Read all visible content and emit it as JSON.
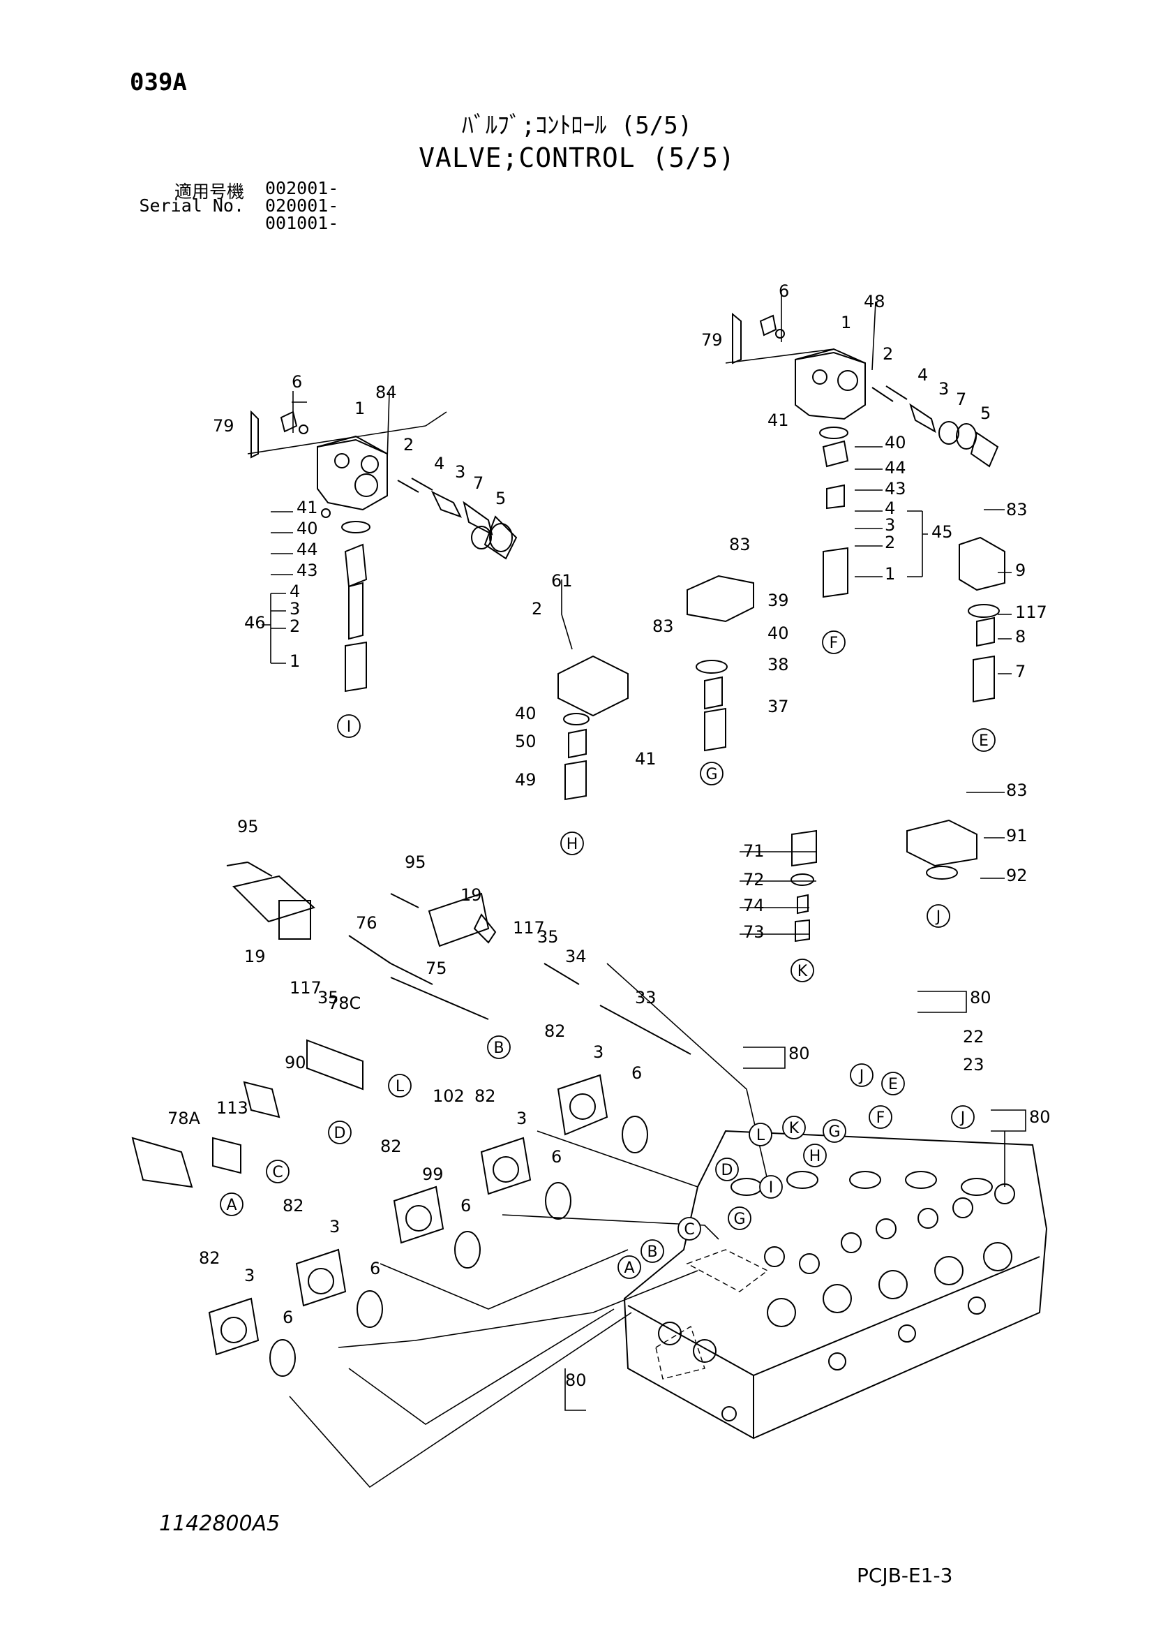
{
  "header": {
    "page_code": "039A",
    "title_jp": "ﾊﾞﾙﾌﾞ;ｺﾝﾄﾛｰﾙ (5/5)",
    "title_en": "VALVE;CONTROL (5/5)"
  },
  "serial": {
    "label_jp": "適用号機",
    "label_en": "Serial No.",
    "values": [
      "002001-",
      "020001-",
      "001001-"
    ]
  },
  "footer": {
    "drawing_number": "1142800A5",
    "page_ref": "PCJB-E1-3"
  },
  "callouts": {
    "c1": "84",
    "c2": "6",
    "c3": "79",
    "c4": "1",
    "c5": "2",
    "c6": "4",
    "c7": "3",
    "c8": "7",
    "c9": "5",
    "c10": "41",
    "c11": "40",
    "c12": "44",
    "c13": "43",
    "c14": "46",
    "c15": "4",
    "c16": "3",
    "c17": "2",
    "c18": "1",
    "c19": "48",
    "c20": "6",
    "c21": "79",
    "c22": "1",
    "c23": "2",
    "c24": "4",
    "c25": "3",
    "c26": "7",
    "c27": "5",
    "c28": "41",
    "c29": "40",
    "c30": "44",
    "c31": "43",
    "c32": "4",
    "c33": "3",
    "c34": "2",
    "c35": "1",
    "c36": "45",
    "c37": "83",
    "c38": "9",
    "c39": "117",
    "c40": "8",
    "c41": "7",
    "c42": "83",
    "c43": "39",
    "c44": "40",
    "c45": "38",
    "c46": "37",
    "c47": "61",
    "c48": "2",
    "c49": "83",
    "c50": "40",
    "c51": "50",
    "c52": "41",
    "c53": "49",
    "c54": "83",
    "c55": "91",
    "c56": "92",
    "c57": "71",
    "c58": "72",
    "c59": "74",
    "c60": "73",
    "c61": "95",
    "c62": "19",
    "c63": "117",
    "c64": "35",
    "c65": "95",
    "c66": "19",
    "c67": "76",
    "c68": "117",
    "c69": "35",
    "c70": "34",
    "c71": "75",
    "c72": "33",
    "c73": "78C",
    "c74": "90",
    "c75": "113",
    "c76": "78A",
    "c77": "82",
    "c78": "3",
    "c79": "6",
    "c80": "102",
    "c81": "82",
    "c82": "3",
    "c83": "82",
    "c84": "99",
    "c85": "6",
    "c86": "6",
    "c87": "82",
    "c88": "3",
    "c89": "6",
    "c90": "82",
    "c91": "3",
    "c92": "6",
    "c93": "80",
    "c94": "80",
    "c95": "22",
    "c96": "23",
    "c97": "80",
    "c98": "80"
  },
  "connectors": {
    "k1": "I",
    "k2": "F",
    "k3": "E",
    "k4": "G",
    "k5": "H",
    "k6": "J",
    "k7": "K",
    "k8": "B",
    "k9": "L",
    "k10": "D",
    "k11": "C",
    "k12": "A",
    "k13": "J",
    "k14": "E",
    "k15": "K",
    "k16": "F",
    "k17": "G",
    "k18": "J",
    "k19": "L",
    "k20": "H",
    "k21": "D",
    "k22": "I",
    "k23": "G",
    "k24": "C",
    "k25": "B",
    "k26": "A"
  }
}
